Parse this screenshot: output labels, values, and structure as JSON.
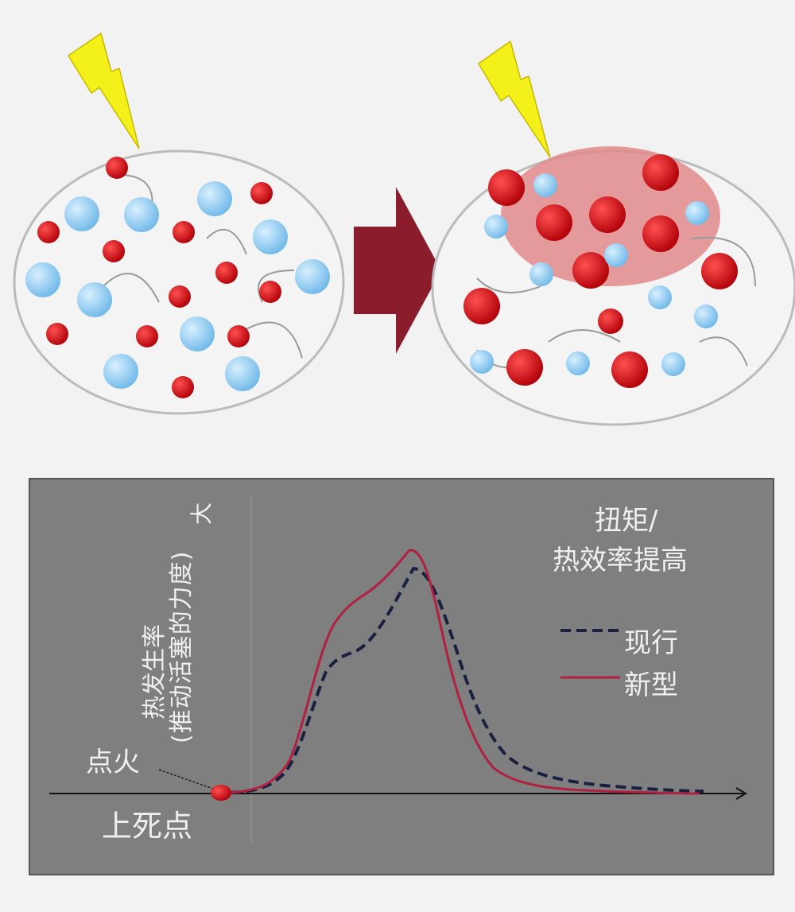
{
  "colors": {
    "panel": "#7f7f7f",
    "red_particle": "#d00010",
    "blue_particle": "#8ccbf0",
    "arrow": "#8a1c2c",
    "lightning": "#f4f01a",
    "current_line": "#1a2040",
    "new_line": "#b02040",
    "hot_zone": "#e08a8a"
  },
  "chart": {
    "y_label_line1": "热发生率",
    "y_label_line2": "(推动活塞的力度)",
    "y_max_label": "大",
    "annotation_line1": "扭矩/",
    "annotation_line2": "热效率提高",
    "ignition_label": "点火",
    "tdc_label": "上死点",
    "legend": [
      {
        "label": "现行",
        "style": "dashed"
      },
      {
        "label": "新型",
        "style": "solid"
      }
    ]
  }
}
